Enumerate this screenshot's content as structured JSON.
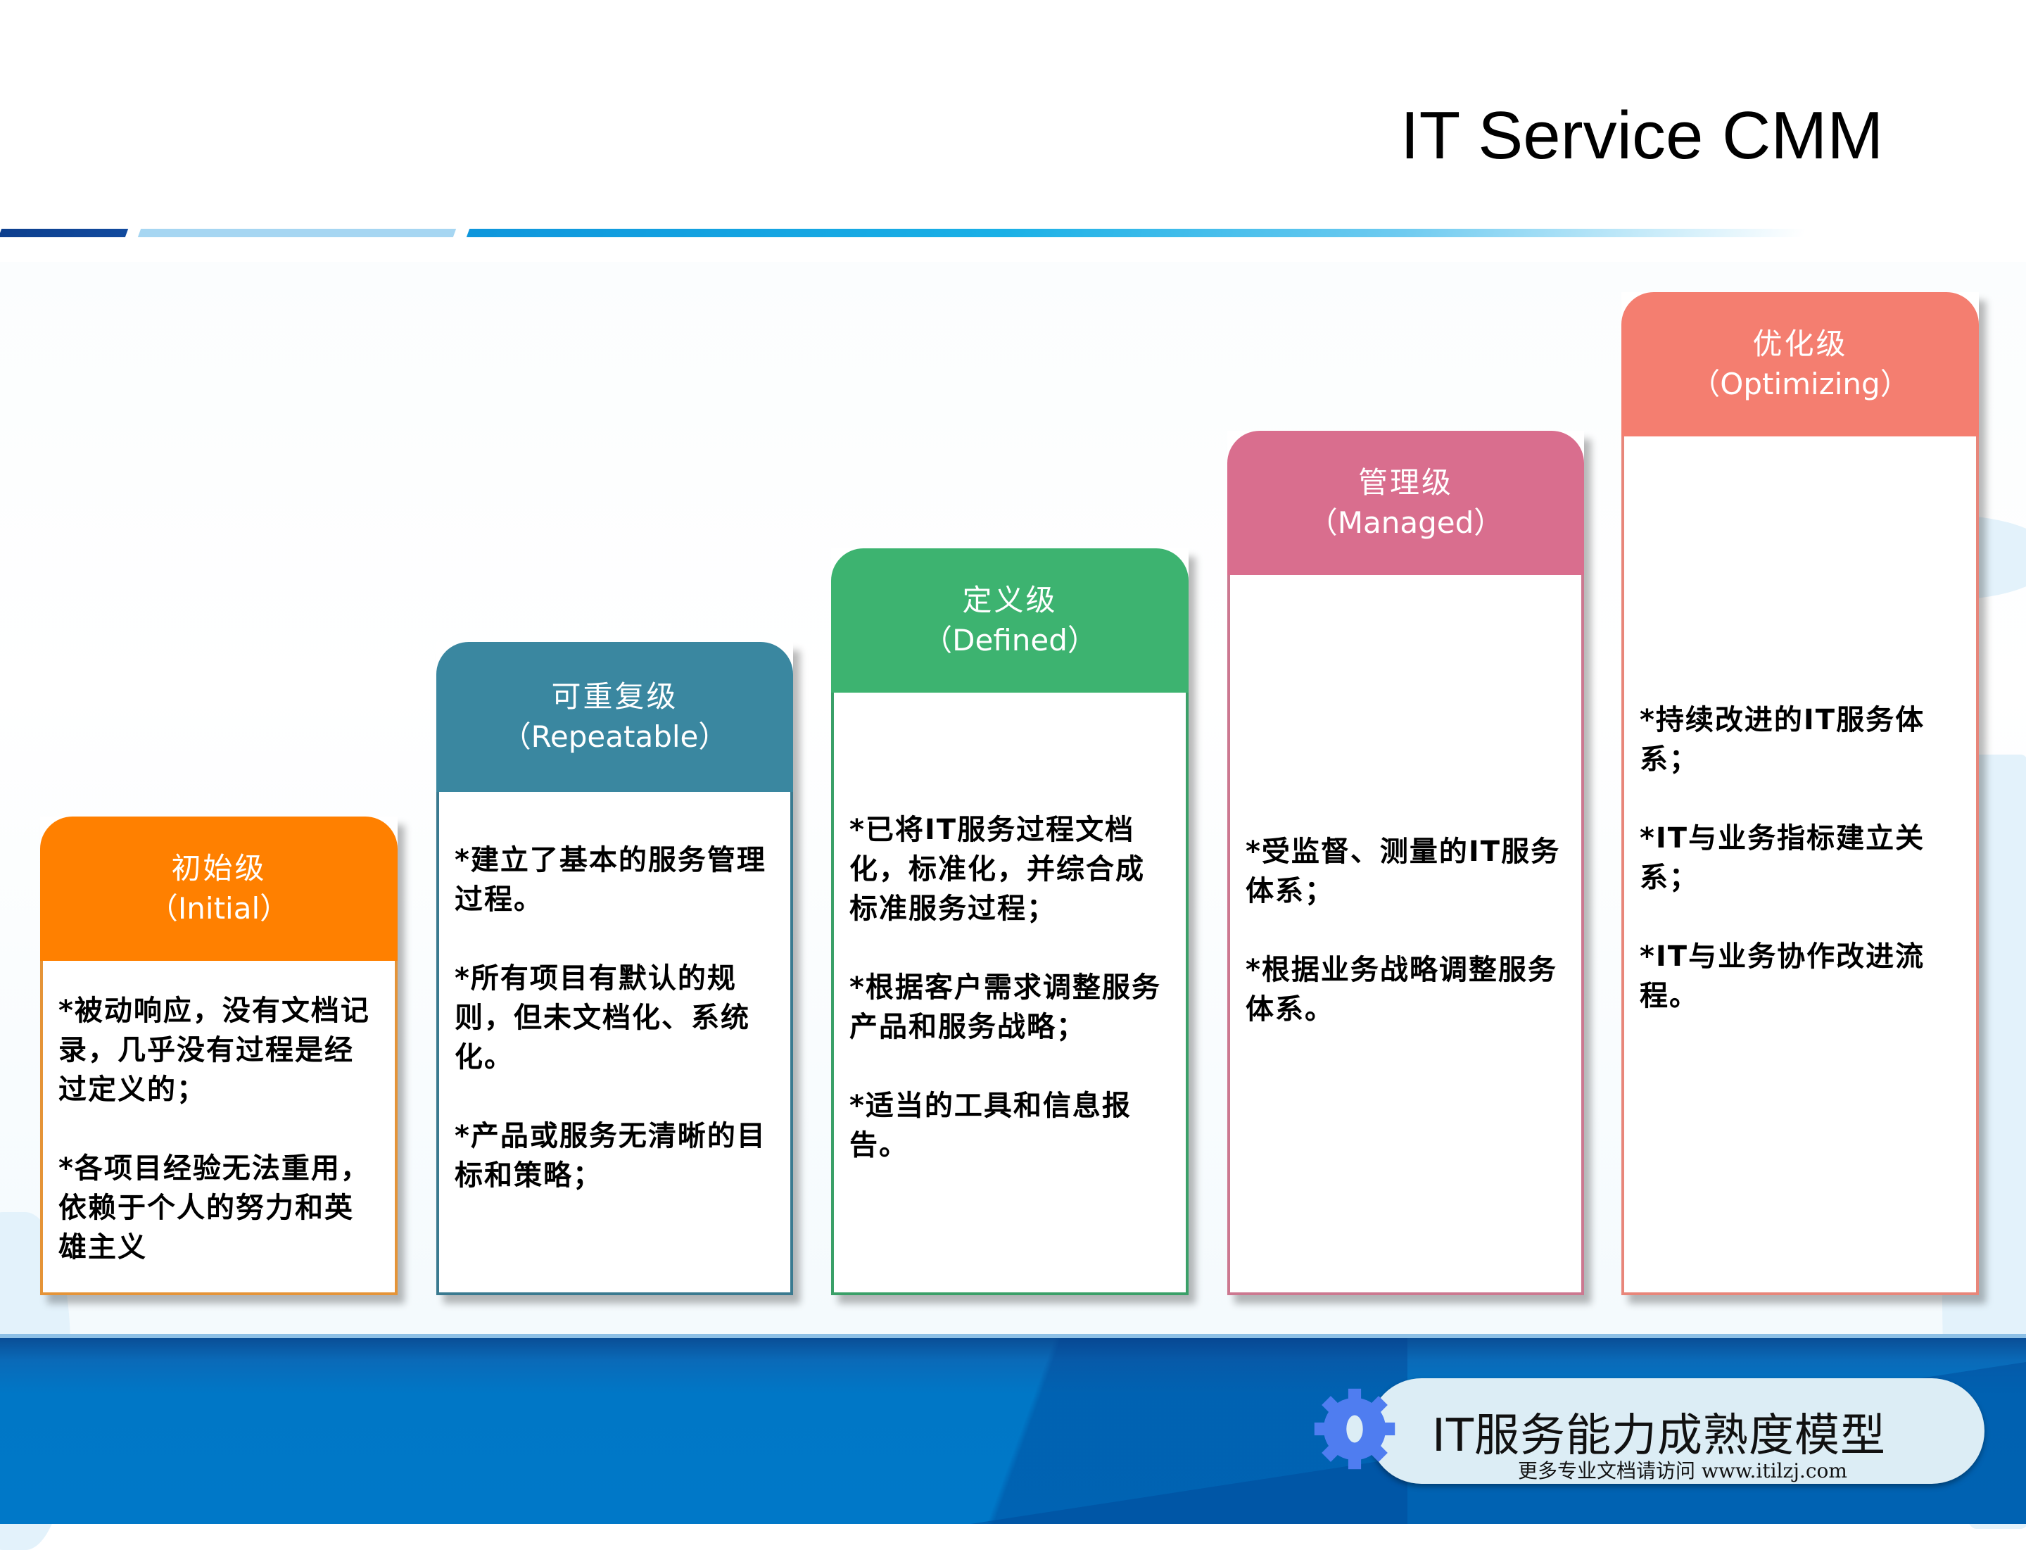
{
  "slide": {
    "title": "IT Service CMM",
    "footer": {
      "banner_title": "IT服务能力成熟度模型",
      "banner_subtitle": "更多专业文档请访问 www.itilzj.com",
      "icon": "gear-icon",
      "colors": {
        "band": "#0078c8",
        "pill": "#dcedf5",
        "gear": "#4f7df0"
      }
    }
  },
  "levels": [
    {
      "name_cn": "初始级",
      "name_en": "（Initial）",
      "color": "#ff8000",
      "items": [
        "*被动响应，没有文档记录，几乎没有过程是经过定义的；",
        "*各项目经验无法重用，依赖于个人的努力和英雄主义"
      ]
    },
    {
      "name_cn": "可重复级",
      "name_en": "（Repeatable）",
      "color": "#3a87a0",
      "items": [
        "*建立了基本的服务管理过程。",
        "*所有项目有默认的规则，但未文档化、系统化。",
        "*产品或服务无清晰的目标和策略；"
      ]
    },
    {
      "name_cn": "定义级",
      "name_en": "（Defined）",
      "color": "#3db370",
      "items": [
        "*已将IT服务过程文档化，标准化，并综合成标准服务过程；",
        "*根据客户需求调整服务产品和服务战略；",
        "*适当的工具和信息报告。"
      ]
    },
    {
      "name_cn": "管理级",
      "name_en": "（Managed）",
      "color": "#d96e8e",
      "items": [
        "*受监督、测量的IT服务体系；",
        "*根据业务战略调整服务体系。"
      ]
    },
    {
      "name_cn": "优化级",
      "name_en": "（Optimizing）",
      "color": "#f47e70",
      "items": [
        "*持续改进的IT服务体系；",
        "*IT与业务指标建立关系；",
        "*IT与业务协作改进流程。"
      ]
    }
  ]
}
